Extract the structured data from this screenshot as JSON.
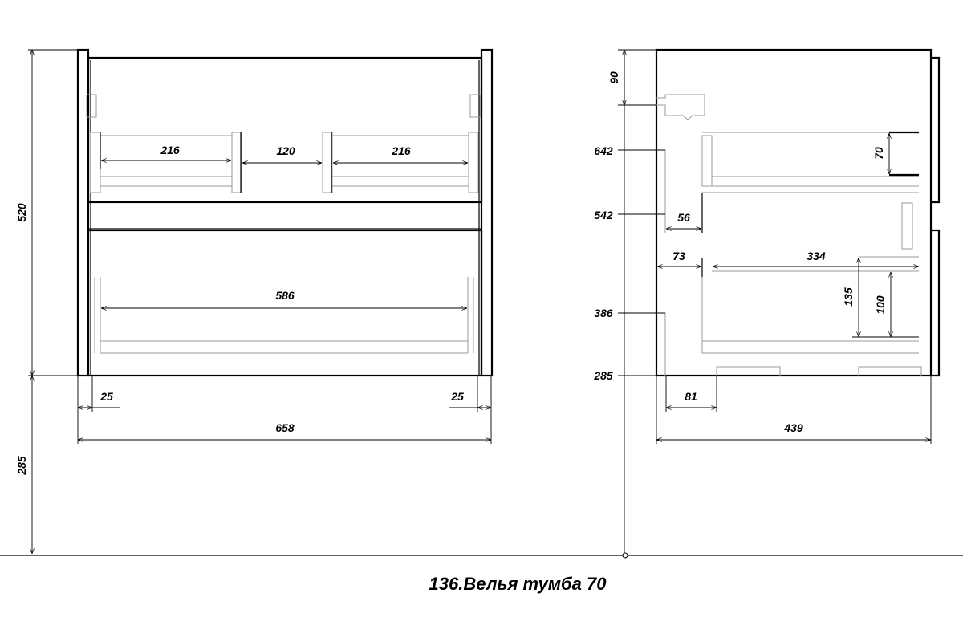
{
  "title": "136.Велья тумба 70",
  "front_view": {
    "dims": {
      "height_body": "520",
      "height_floor": "285",
      "drawer_left_width": "216",
      "drawer_gap": "120",
      "drawer_right_width": "216",
      "lower_drawer_width": "586",
      "side_left": "25",
      "side_right": "25",
      "total_width": "658"
    }
  },
  "side_view": {
    "dims": {
      "top_offset": "90",
      "level_642": "642",
      "level_542": "542",
      "level_386": "386",
      "level_285": "285",
      "upper_drawer_height": "70",
      "offset_56": "56",
      "offset_73": "73",
      "drawer_depth": "334",
      "height_135": "135",
      "height_100": "100",
      "offset_81": "81",
      "total_depth": "439"
    }
  },
  "colors": {
    "line": "#000000",
    "hidden_line": "#9a9a9a"
  }
}
